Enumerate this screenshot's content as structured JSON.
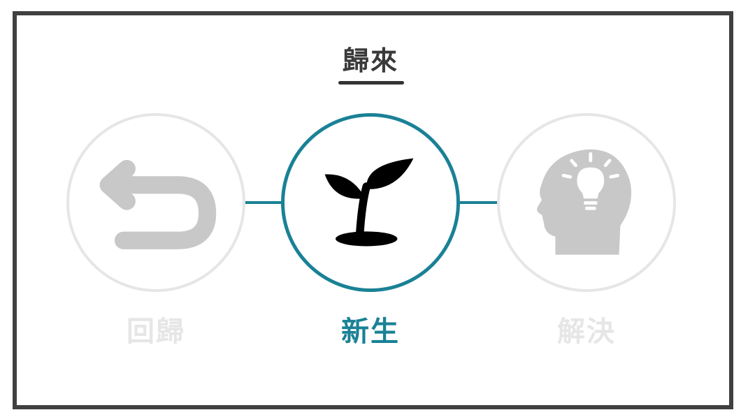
{
  "title": "歸來",
  "steps": [
    {
      "label": "回歸",
      "icon": "return-arrow-icon",
      "state": "inactive"
    },
    {
      "label": "新生",
      "icon": "sprout-icon",
      "state": "active"
    },
    {
      "label": "解決",
      "icon": "head-lightbulb-icon",
      "state": "inactive"
    }
  ],
  "colors": {
    "accent": "#1a8196",
    "inactive": "#e6e6e6",
    "inactive_icon": "#c8c8c8",
    "frame": "#404040",
    "active_icon": "#000000"
  }
}
